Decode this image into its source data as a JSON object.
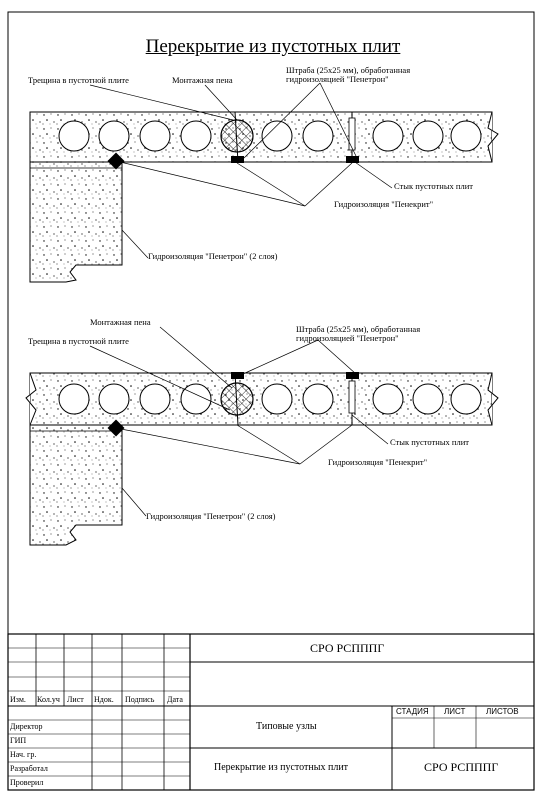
{
  "title": "Перекрытие из пустотных плит",
  "diagram1": {
    "crack": "Трещина в пустотной плите",
    "foam": "Монтажная пена",
    "groove_1": "Штраба (25x25 мм), обработанная",
    "groove_2": "гидроизоляцией \"Пенетрон\"",
    "joint": "Стык пустотных плит",
    "penekrit": "Гидроизоляция \"Пенекрит\"",
    "penetron": "Гидроизоляция \"Пенетрон\" (2 слоя)"
  },
  "diagram2": {
    "foam": "Монтажная пена",
    "crack": "Трещина в пустотной плите",
    "groove_1": "Штраба (25x25 мм), обработанная",
    "groove_2": "гидроизоляцией \"Пенетрон\"",
    "joint": "Стык пустотных плит",
    "penekrit": "Гидроизоляция \"Пенекрит\"",
    "penetron": "Гидроизоляция \"Пенетрон\" (2 слоя)"
  },
  "stamp": {
    "org_top": "СРО РСПППГ",
    "cols": [
      "Изм.",
      "Кол.уч",
      "Лист",
      "Ндок.",
      "Подпись",
      "Дата"
    ],
    "roles": [
      "Директор",
      "ГИП",
      "Нач. гр.",
      "Разработал",
      "Проверил"
    ],
    "stage_hdr": "СТАДИЯ",
    "sheet_hdr": "ЛИСТ",
    "sheets_hdr": "ЛИСТОВ",
    "project": "Типовые узлы",
    "drawing": "Перекрытие из пустотных плит",
    "org_bottom": "СРО РСПППГ"
  }
}
